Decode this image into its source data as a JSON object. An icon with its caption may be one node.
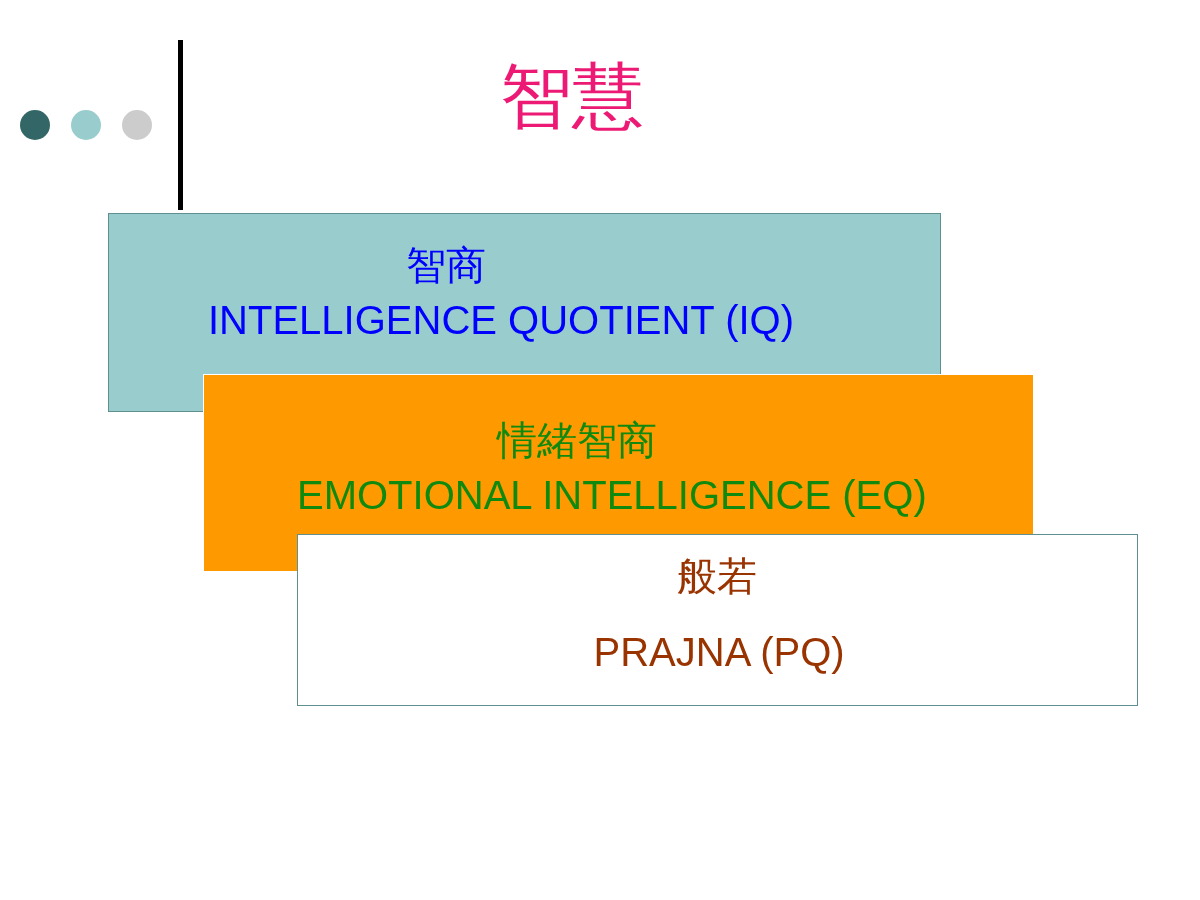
{
  "diagram": {
    "title": "智慧",
    "nodes": [
      {
        "text": [
          "智商",
          "INTELLIGENCE QUOTIENT (IQ)"
        ]
      },
      {
        "text": [
          "情緒智商",
          "EMOTIONAL INTELLIGENCE (EQ)"
        ]
      },
      {
        "text": [
          "般若",
          "PRAJNA (PQ)"
        ]
      }
    ]
  }
}
